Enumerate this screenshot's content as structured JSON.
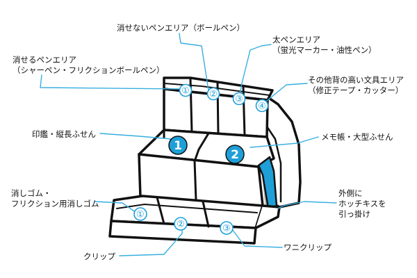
{
  "colors": {
    "outline": "#111111",
    "accent": "#1e9fd8",
    "leader": "#37aee0",
    "shade": "#c4c4c4",
    "paper": "#ffffff"
  },
  "labels": {
    "erasable_pen_area": "消せるペンエリア\n（シャーペン・フリクションボールペン）",
    "permanent_pen_area": "消せないペンエリア（ボールペン）",
    "thick_pen_area": "太ペンエリア\n（蛍光マーカー・油性ペン）",
    "tall_stationery_area": "その他背の高い文具エリア\n（修正テープ・カッター）",
    "stamp_sticky_notes": "印鑑・縦長ふせん",
    "memo_large_sticky": "メモ帳・大型ふせん",
    "eraser_area": "消しゴム・\nフリクション用消しゴム",
    "stapler_hook": "外側に\nホッチキスを\n引っ掛け",
    "clip": "クリップ",
    "binder_clip": "ワニクリップ"
  },
  "markers": {
    "top": [
      "①",
      "②",
      "③",
      "④"
    ],
    "middle": [
      "1",
      "2"
    ],
    "drawer": [
      "①",
      "②",
      "③"
    ]
  }
}
